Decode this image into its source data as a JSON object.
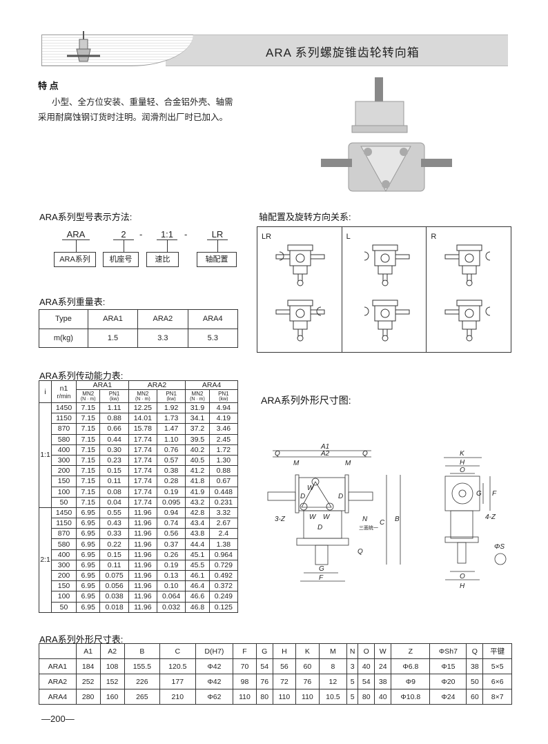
{
  "header": {
    "title": "ARA 系列螺旋锥齿轮转向箱"
  },
  "features": {
    "heading": "特  点",
    "line1": "小型、全方位安装、重量轻、合金铝外壳、轴需",
    "line2": "采用耐腐蚀钢订货时注明。润滑剂出厂时已加入。"
  },
  "model_code": {
    "heading": "ARA系列型号表示方法:",
    "parts": [
      {
        "code": "ARA",
        "label": "ARA系列"
      },
      {
        "code": "2",
        "label": "机座号"
      },
      {
        "code": "1:1",
        "label": "速比"
      },
      {
        "code": "LR",
        "label": "轴配置"
      }
    ],
    "dash": "-"
  },
  "weight_table": {
    "heading": "ARA系列重量表:",
    "headers": [
      "Type",
      "ARA1",
      "ARA2",
      "ARA4"
    ],
    "row": [
      "m(kg)",
      "1.5",
      "3.3",
      "5.3"
    ]
  },
  "shaft_config": {
    "heading": "轴配置及旋转方向关系:",
    "columns": [
      "LR",
      "L",
      "R"
    ]
  },
  "capacity_table": {
    "heading": "ARA系列传动能力表:",
    "h_i": "i",
    "h_n1": "n1",
    "h_n1_unit": "r/min",
    "models": [
      "ARA1",
      "ARA2",
      "ARA4"
    ],
    "h_mn2": "MN2",
    "h_mn2_unit": "(N · m)",
    "h_pn1": "PN1",
    "h_pn1_unit": "(kw)",
    "groups": [
      {
        "ratio": "1:1",
        "rows": [
          [
            "1450",
            "7.15",
            "1.11",
            "12.25",
            "1.92",
            "31.9",
            "4.94"
          ],
          [
            "1150",
            "7.15",
            "0.88",
            "14.01",
            "1.73",
            "34.1",
            "4.19"
          ],
          [
            "870",
            "7.15",
            "0.66",
            "15.78",
            "1.47",
            "37.2",
            "3.46"
          ],
          [
            "580",
            "7.15",
            "0.44",
            "17.74",
            "1.10",
            "39.5",
            "2.45"
          ],
          [
            "400",
            "7.15",
            "0.30",
            "17.74",
            "0.76",
            "40.2",
            "1.72"
          ],
          [
            "300",
            "7.15",
            "0.23",
            "17.74",
            "0.57",
            "40.5",
            "1.30"
          ],
          [
            "200",
            "7.15",
            "0.15",
            "17.74",
            "0.38",
            "41.2",
            "0.88"
          ],
          [
            "150",
            "7.15",
            "0.11",
            "17.74",
            "0.28",
            "41.8",
            "0.67"
          ],
          [
            "100",
            "7.15",
            "0.08",
            "17.74",
            "0.19",
            "41.9",
            "0.448"
          ],
          [
            "50",
            "7.15",
            "0.04",
            "17.74",
            "0.095",
            "43.2",
            "0.231"
          ]
        ]
      },
      {
        "ratio": "2:1",
        "rows": [
          [
            "1450",
            "6.95",
            "0.55",
            "11.96",
            "0.94",
            "42.8",
            "3.32"
          ],
          [
            "1150",
            "6.95",
            "0.43",
            "11.96",
            "0.74",
            "43.4",
            "2.67"
          ],
          [
            "870",
            "6.95",
            "0.33",
            "11.96",
            "0.56",
            "43.8",
            "2.4"
          ],
          [
            "580",
            "6.95",
            "0.22",
            "11.96",
            "0.37",
            "44.4",
            "1.38"
          ],
          [
            "400",
            "6.95",
            "0.15",
            "11.96",
            "0.26",
            "45.1",
            "0.964"
          ],
          [
            "300",
            "6.95",
            "0.11",
            "11.96",
            "0.19",
            "45.5",
            "0.729"
          ],
          [
            "200",
            "6.95",
            "0.075",
            "11.96",
            "0.13",
            "46.1",
            "0.492"
          ],
          [
            "150",
            "6.95",
            "0.056",
            "11.96",
            "0.10",
            "46.4",
            "0.372"
          ],
          [
            "100",
            "6.95",
            "0.038",
            "11.96",
            "0.064",
            "46.6",
            "0.249"
          ],
          [
            "50",
            "6.95",
            "0.018",
            "11.96",
            "0.032",
            "46.8",
            "0.125"
          ]
        ]
      }
    ]
  },
  "drawing": {
    "heading": "ARA系列外形尺寸图:",
    "labels": {
      "A1": "A1",
      "A2": "A2",
      "Q": "Q",
      "M": "M",
      "D": "D",
      "W": "W",
      "Z3": "3-Z",
      "N": "N",
      "note": "三面统一",
      "C": "C",
      "B": "B",
      "G": "G",
      "F": "F",
      "K": "K",
      "H": "H",
      "O": "O",
      "Z4": "4-Z",
      "S": "ΦS"
    }
  },
  "dimension_table": {
    "heading": "ARA系列外形尺寸表:",
    "headers": [
      "",
      "A1",
      "A2",
      "B",
      "C",
      "D(H7)",
      "F",
      "G",
      "H",
      "K",
      "M",
      "N",
      "O",
      "W",
      "Z",
      "ΦSh7",
      "Q",
      "平键"
    ],
    "rows": [
      [
        "ARA1",
        "184",
        "108",
        "155.5",
        "120.5",
        "Φ42",
        "70",
        "54",
        "56",
        "60",
        "8",
        "3",
        "40",
        "24",
        "Φ6.8",
        "Φ15",
        "38",
        "5×5"
      ],
      [
        "ARA2",
        "252",
        "152",
        "226",
        "177",
        "Φ42",
        "98",
        "76",
        "72",
        "76",
        "12",
        "5",
        "54",
        "38",
        "Φ9",
        "Φ20",
        "50",
        "6×6"
      ],
      [
        "ARA4",
        "280",
        "160",
        "265",
        "210",
        "Φ62",
        "110",
        "80",
        "110",
        "110",
        "10.5",
        "5",
        "80",
        "40",
        "Φ10.8",
        "Φ24",
        "60",
        "8×7"
      ]
    ]
  },
  "page_number": "—200—"
}
